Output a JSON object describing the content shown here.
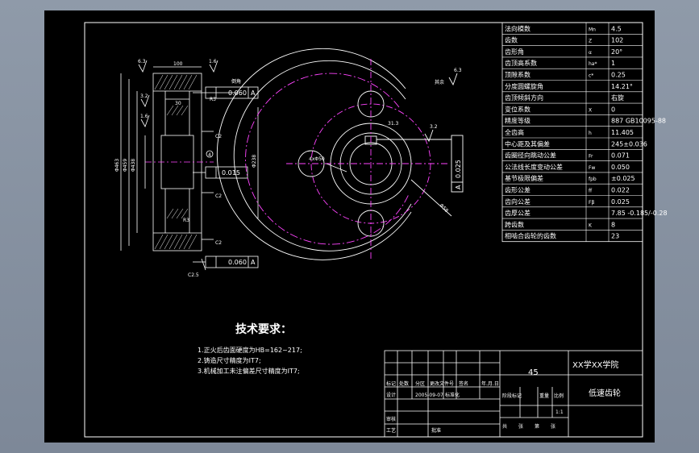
{
  "colors": {
    "background": "#8c97a6",
    "sheet": "#000000",
    "line": "#ffffff",
    "center_line": "#ff44ff",
    "dim_line": "#ffffff"
  },
  "params_table": [
    {
      "name": "法向模数",
      "sym": "Mn",
      "val": "4.5"
    },
    {
      "name": "齿数",
      "sym": "Z",
      "val": "102"
    },
    {
      "name": "齿形角",
      "sym": "α",
      "val": "20°"
    },
    {
      "name": "齿顶高系数",
      "sym": "ha*",
      "val": "1"
    },
    {
      "name": "顶隙系数",
      "sym": "c*",
      "val": "0.25"
    },
    {
      "name": "分度圆螺旋角",
      "sym": "",
      "val": "14.21°"
    },
    {
      "name": "齿顶倾斜方向",
      "sym": "",
      "val": "右旋"
    },
    {
      "name": "变位系数",
      "sym": "X",
      "val": "0"
    },
    {
      "name": "精度等级",
      "sym": "",
      "val": "887 GB10095-88"
    },
    {
      "name": "全齿高",
      "sym": "h",
      "val": "11.405"
    },
    {
      "name": "中心距及其偏差",
      "sym": "",
      "val": "245±0.036"
    },
    {
      "name": "齿圈径向跳动公差",
      "sym": "Fr",
      "val": "0.071"
    },
    {
      "name": "公法线长度变动公差",
      "sym": "Fw",
      "val": "0.050"
    },
    {
      "name": "基节极限偏差",
      "sym": "fpb",
      "val": "±0.025"
    },
    {
      "name": "齿形公差",
      "sym": "ff",
      "val": "0.022"
    },
    {
      "name": "齿向公差",
      "sym": "Fβ",
      "val": "0.025"
    },
    {
      "name": "齿厚公差",
      "sym": "",
      "val": "7.85 -0.185/-0.28"
    },
    {
      "name": "跨齿数",
      "sym": "K",
      "val": "8"
    },
    {
      "name": "相啮合齿轮的齿数",
      "sym": "",
      "val": "23"
    }
  ],
  "section_view": {
    "dim_top_width": "100",
    "dim_inner_width": "30",
    "tol_label_top": "0.060",
    "tol_datum": "A",
    "tol_label_mid": "0.015",
    "tol_label_bottom": "0.060",
    "chamfer_labels": [
      "C2",
      "C2",
      "C2",
      "C2.5"
    ],
    "radius_labels": [
      "R3",
      "R3"
    ],
    "roughness_labels": [
      "6.3",
      "1.6",
      "3.2",
      "1.6"
    ],
    "dia_labels": [
      "Φ463",
      "Φ459",
      "Φ438",
      "Φ238"
    ],
    "side_label": "倒角",
    "tag_label": "4"
  },
  "front_view": {
    "roughness_all": "其余",
    "roughness_val": "6.3",
    "keyway_dim": "31.3",
    "keyway_rough": "3.2",
    "keyway_tol": "0.025",
    "keyway_label": "A",
    "hole_label": "4xΦ50",
    "bore_label": "Φ58"
  },
  "tech_requirements": {
    "heading": "技术要求：",
    "items": [
      "1.正火后齿面硬度为HB=162~217;",
      "2.铸造尺寸精度为IT7;",
      "3.机械加工未注偏差尺寸精度为IT7;"
    ]
  },
  "title_block": {
    "material_code": "45",
    "school": "XX学XX学院",
    "part_name": "低速齿轮",
    "row_labels": [
      "标记",
      "处数",
      "分区",
      "更改文件号",
      "签名",
      "年.月.日"
    ],
    "design_row": [
      "设计",
      "",
      "2005-09-07",
      "标准化"
    ],
    "check_label": "审核",
    "process_label": "工艺",
    "approve_label": "批准",
    "stage_labels": [
      "阶段标记",
      "重量",
      "比例"
    ],
    "scale": "1:1",
    "sheet_labels": [
      "共",
      "张",
      "第",
      "张"
    ]
  }
}
